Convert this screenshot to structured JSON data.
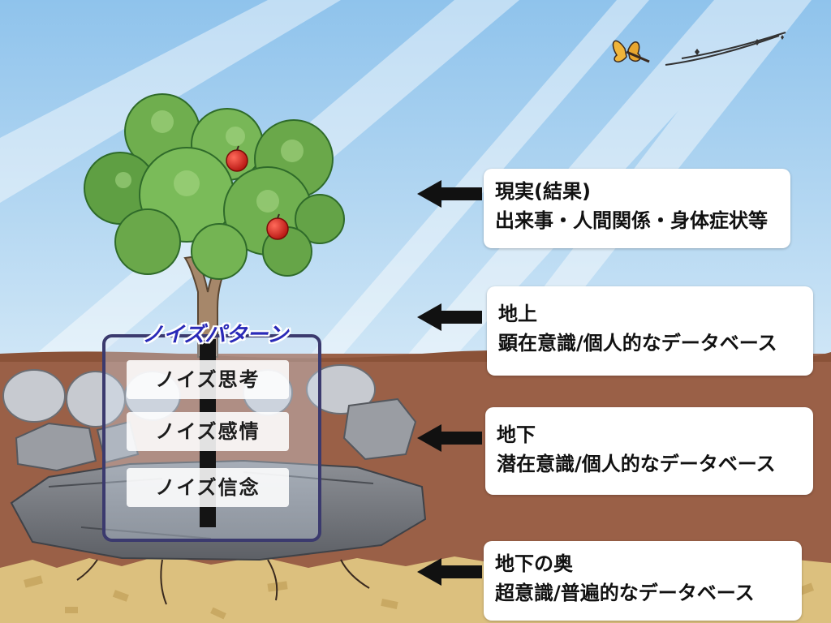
{
  "layers": [
    {
      "id": "reality",
      "title": "現実(結果)",
      "subtitle": "出来事・人間関係・身体症状等"
    },
    {
      "id": "ground",
      "title": "地上",
      "subtitle": "顕在意識/個人的なデータベース"
    },
    {
      "id": "underground",
      "title": "地下",
      "subtitle": "潜在意識/個人的なデータベース"
    },
    {
      "id": "deep",
      "title": "地下の奥",
      "subtitle": "超意識/普遍的なデータベース"
    }
  ],
  "noise_pattern": {
    "title": "ノイズパターン",
    "items": [
      "ノイズ思考",
      "ノイズ感情",
      "ノイズ信念"
    ]
  },
  "colors": {
    "sky": "#a9d4f2",
    "soil": "#9a6047",
    "sand": "#dcc07e",
    "frame": "#3b3a6e",
    "title_accent": "#2a2ab8",
    "arrow": "#111111"
  }
}
